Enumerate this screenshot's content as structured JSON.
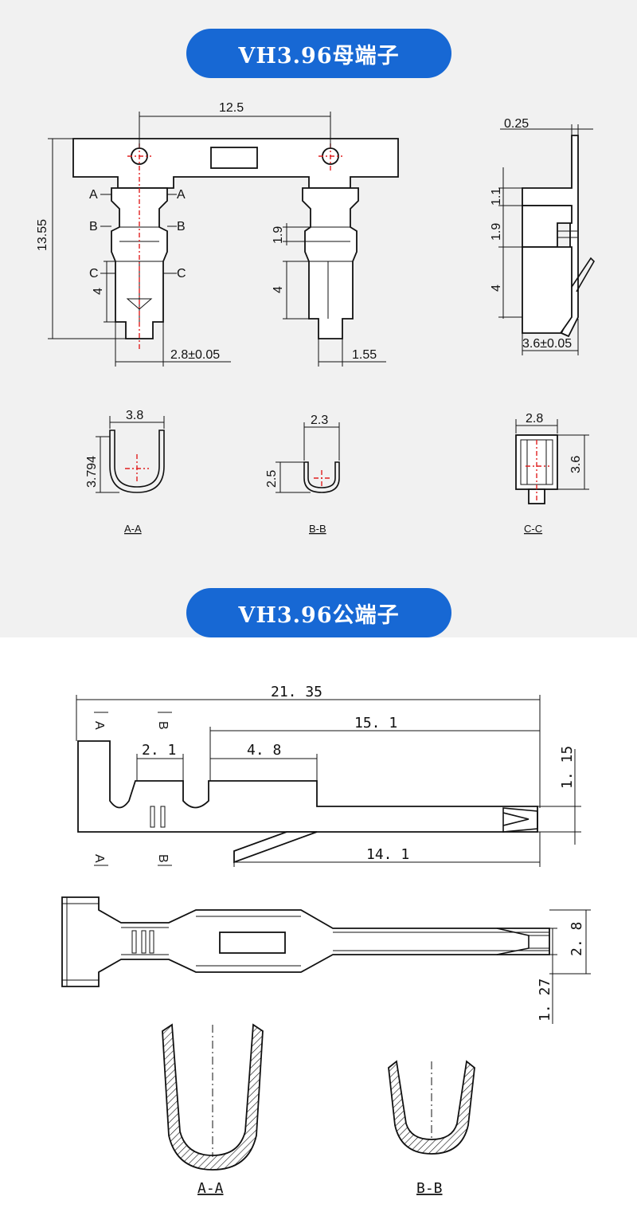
{
  "sections": [
    {
      "title": "VH3.96母端子"
    },
    {
      "title": "VH3.96公端子"
    }
  ],
  "female": {
    "front_dims": {
      "width_pitch": "12.5",
      "height": "13.55",
      "d_a": "A",
      "d_b": "B",
      "d_c": "C",
      "len_1_9": "1.9",
      "len_4": "4",
      "bottom_width": "2.8±0.05",
      "tab_width": "1.55"
    },
    "side_dims": {
      "thick": "0.25",
      "d1": "1.1",
      "d2": "1.9",
      "d3": "4",
      "bottom": "3.6±0.05"
    },
    "sections": [
      {
        "label": "A-A",
        "w": "3.8",
        "h": "3.794"
      },
      {
        "label": "B-B",
        "w": "2.3",
        "h": "2.5"
      },
      {
        "label": "C-C",
        "w": "2.8",
        "h": "3.6"
      }
    ]
  },
  "male": {
    "top_dims": {
      "total": "21. 35",
      "d1": "15. 1",
      "d2": "2. 1",
      "d3": "4. 8",
      "d4": "1. 15",
      "d5": "14. 1",
      "mark_a": "A",
      "mark_b": "B"
    },
    "plan_dims": {
      "w": "2. 8",
      "h": "1. 27"
    },
    "sections": [
      {
        "label": "A-A"
      },
      {
        "label": "B-B"
      }
    ]
  }
}
